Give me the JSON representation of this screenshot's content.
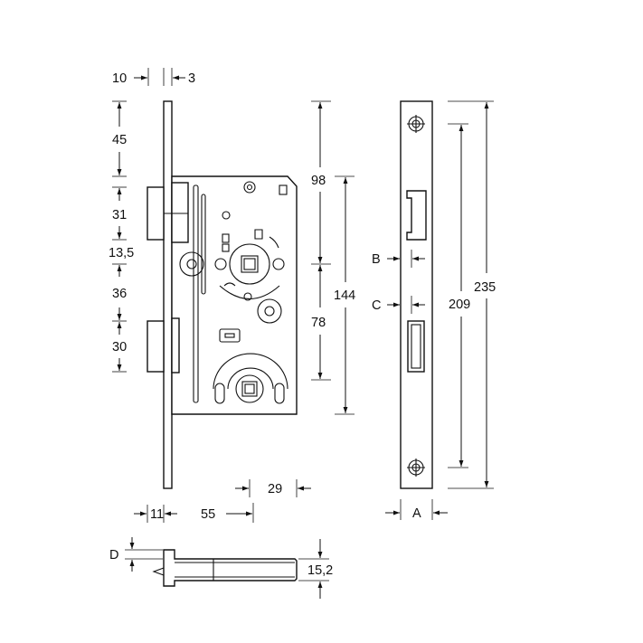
{
  "dimensions": {
    "faceplate_width": "10",
    "faceplate_thickness": "3",
    "top_to_latch": "45",
    "latch_height": "31",
    "latch_to_follower": "13,5",
    "follower_to_bolt": "36",
    "bolt_height": "30",
    "top_to_follower": "98",
    "case_height": "144",
    "follower_to_key": "78",
    "case_edge_to_key": "29",
    "faceplate_offset": "11",
    "backset": "55",
    "screw_distance": "209",
    "faceplate_length": "235",
    "label_a": "A",
    "label_b": "B",
    "label_c": "C",
    "label_d": "D",
    "case_depth": "15,2"
  }
}
